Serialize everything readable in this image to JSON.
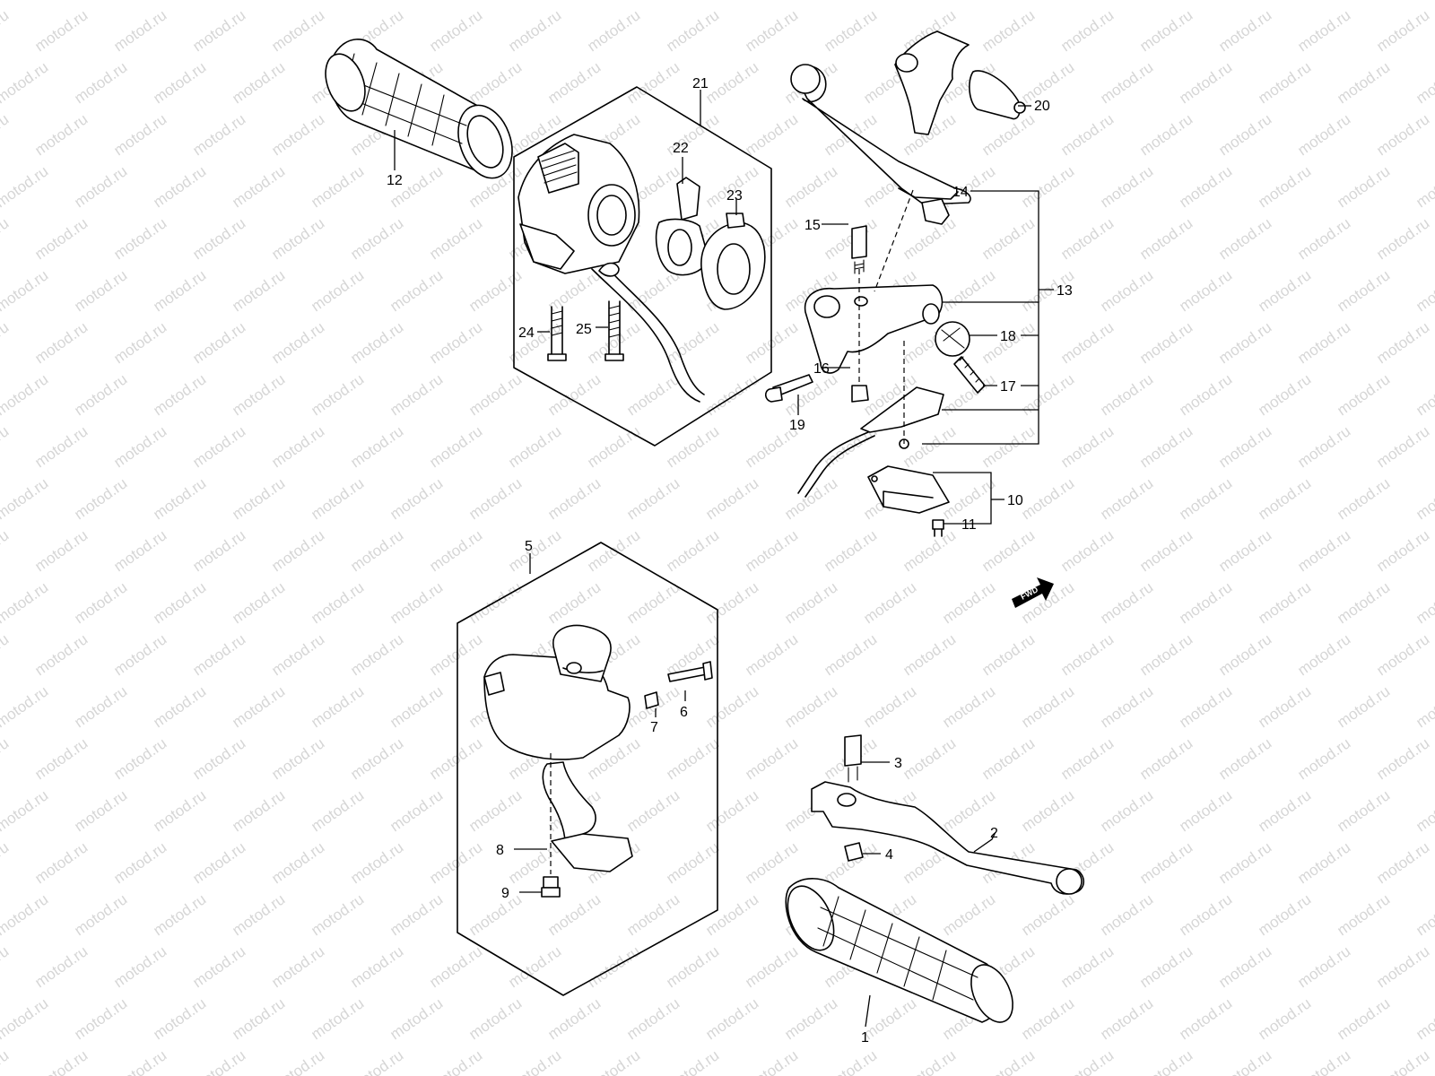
{
  "watermark": {
    "text": "motod.ru"
  },
  "direction_badge": {
    "label": "FWD"
  },
  "callouts": {
    "c1": "1",
    "c2": "2",
    "c3": "3",
    "c4": "4",
    "c5": "5",
    "c6": "6",
    "c7": "7",
    "c8": "8",
    "c9": "9",
    "c10": "10",
    "c11": "11",
    "c12": "12",
    "c13": "13",
    "c14": "14",
    "c15": "15",
    "c16": "16",
    "c17": "17",
    "c18": "18",
    "c19": "19",
    "c20": "20",
    "c21": "21",
    "c22": "22",
    "c23": "23",
    "c24": "24",
    "c25": "25"
  }
}
